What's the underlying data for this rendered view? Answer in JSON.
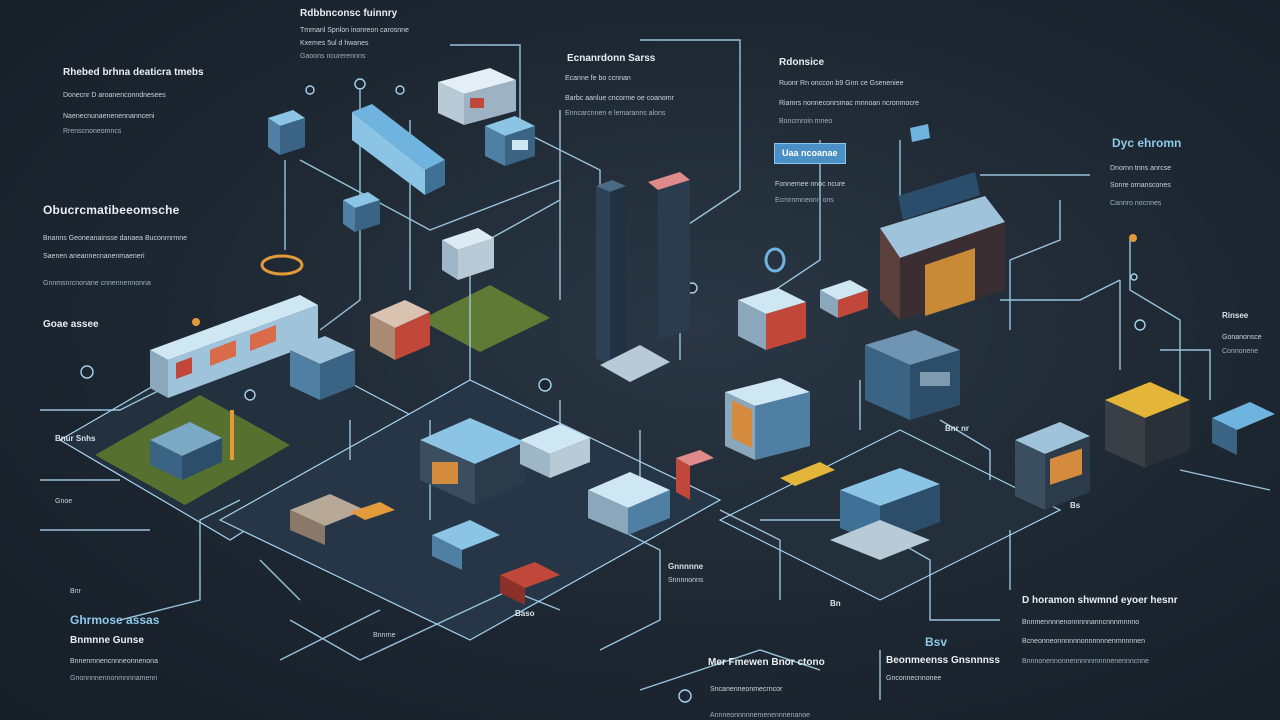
{
  "palette": {
    "background": "#1d2731",
    "line": "#a7d4ef",
    "wall_light": "#cfe6f3",
    "wall_blue": "#4f7fa3",
    "accent_orange": "#e39a3a",
    "accent_red": "#c0473a",
    "accent_green": "#6f8c3d"
  },
  "labels": {
    "top_left": {
      "title": "Rdbbnconsc fuinnry",
      "lines": [
        "Tmmanl Spnlon inonreon carosnne",
        "Kxemes 5ul d hwanes",
        "Gaoons ncurerennns"
      ]
    },
    "top_center": {
      "title": "Ecnanrdonn Sarss",
      "lines": [
        "Ecanne fe bo ccnnan",
        "Barbc aanlue cncorme oe coanomr",
        "Enncarcnnen e lemaranns alons"
      ]
    },
    "top_right": {
      "title": "Rdonsice",
      "lines": [
        "Ruonr Rn onccon b9 Gnn ce Gseneniee",
        "Riamrs nonneconrsmac mnnoan ncronmocre",
        "Boncrnroin mneo"
      ],
      "tag": "Uaa ncoanae",
      "tag_lines": [
        "Fonnemee nnoc ncure",
        "Ecmrnmneonn ons"
      ]
    },
    "far_right": {
      "title": "Dyc ehromn",
      "lines": [
        "Dnornn tnns anrcse",
        "Sonre ornanscones",
        "Cannro nocnnes"
      ]
    },
    "left_a": {
      "title": "Rhebed brhna deaticra tmebs",
      "lines": [
        "Donecnr D aroanenconndnesees",
        "Naenecnunaenenennannceni",
        "Rrenscnoneomncs"
      ]
    },
    "left_b": {
      "title": "Obucrcmatibeeomsche",
      "lines": [
        "Bnanns Geoneanainsse danaea Buconrnrmne",
        "Saenen aneannecnanenmaeneri",
        "Gnnmsnrcnonane cnnennennonna"
      ]
    },
    "left_c": {
      "title": "Goae assee"
    },
    "right_mid": {
      "title": "Rinsee",
      "lines": [
        "Gonanonsce",
        "Connonene"
      ]
    },
    "bottom_left": {
      "title": "Ghrmose assas",
      "subtitle": "Bnmnne Gunse",
      "lines": [
        "Bnnenmnencnnneonnenona",
        "Gnonnnnennonmnnnamenn"
      ]
    },
    "bottom_center_small": {
      "title": "Gnnnnne",
      "line": "Snnnnonns"
    },
    "bottom_center": {
      "title": "Mer Fmewen Bnor ctono",
      "lines": [
        "Sncanenneonmecrncor",
        "Annneonnnnnemenennnenanoe"
      ]
    },
    "bottom_mid_right": {
      "title": "Bsv",
      "subtitle": "Beonmeenss Gnsnnnss",
      "line": "Gnconnecnnonee"
    },
    "bottom_right": {
      "title": "D horamon shwmnd eyoer hesnr",
      "lines": [
        "Bnnmennnnenonnnnnanncnnnmnnno",
        "Bcneonneonnnnnnonnnnnnenmnnnnen",
        "Bnnnonennonnennnnnmnnnenennncnne"
      ]
    },
    "map_marks": [
      "Bnur Snhs",
      "Gnoe",
      "Bnr",
      "Bnr nr",
      "Bnnrne",
      "Bn",
      "Bs",
      "Baso"
    ]
  }
}
